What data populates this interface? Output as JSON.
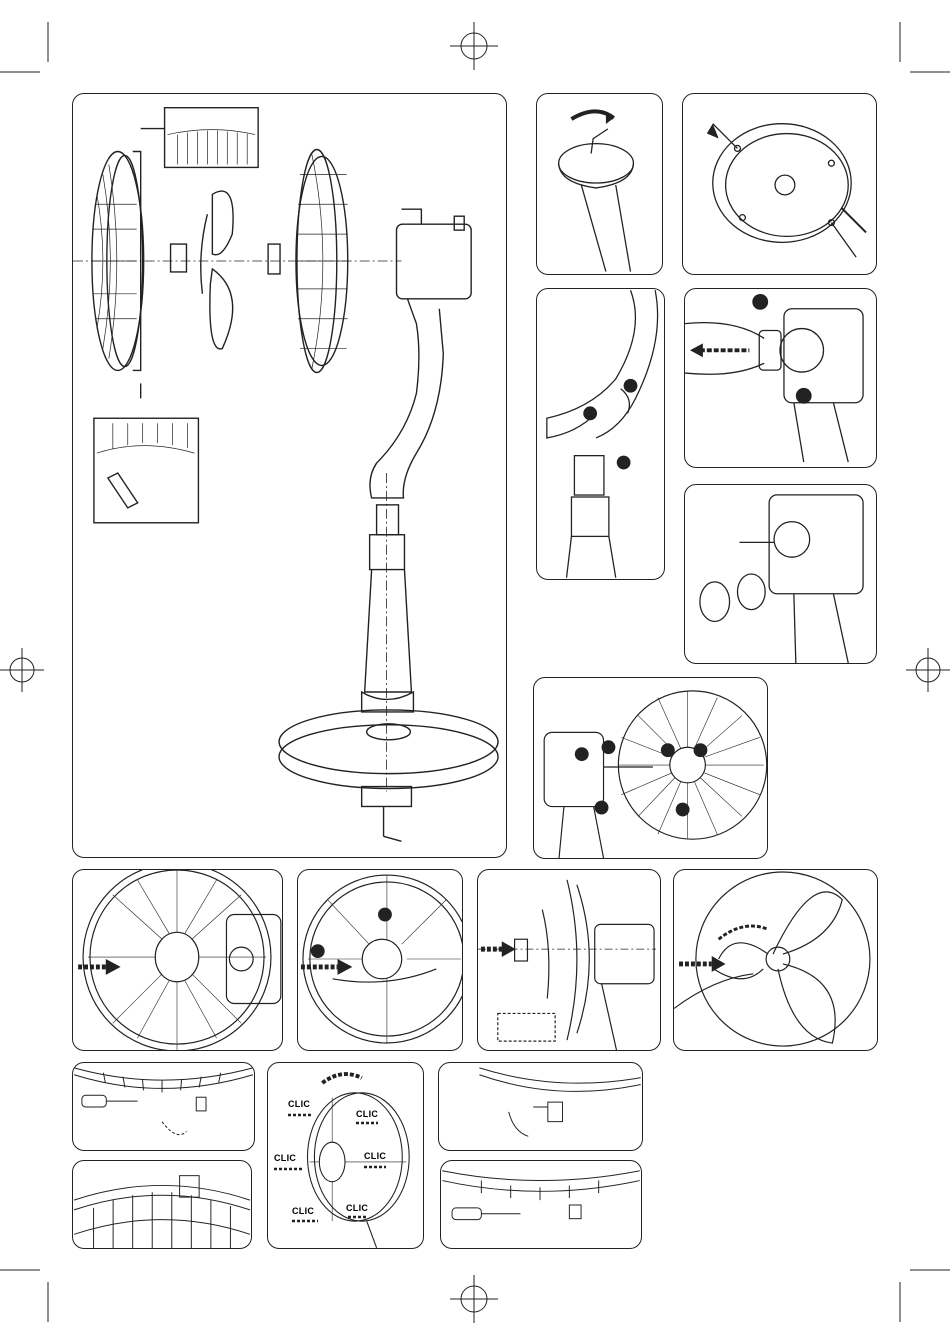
{
  "page": {
    "title": "Fan assembly instruction diagrams"
  },
  "clic_labels": {
    "clic_1": "CLIC",
    "clic_2": "CLIC",
    "clic_3": "CLIC",
    "clic_4": "CLIC",
    "clic_5": "CLIC",
    "clic_6": "CLIC"
  },
  "icons": {
    "registration_mark": "crosshair-circle-icon",
    "arrow": "arrow-right-icon",
    "rotate": "rotate-arrow-icon",
    "step_dot": "filled-circle-icon"
  },
  "colors": {
    "line": "#222222",
    "fill_dark": "#333333",
    "fill_light": "#ffffff"
  }
}
